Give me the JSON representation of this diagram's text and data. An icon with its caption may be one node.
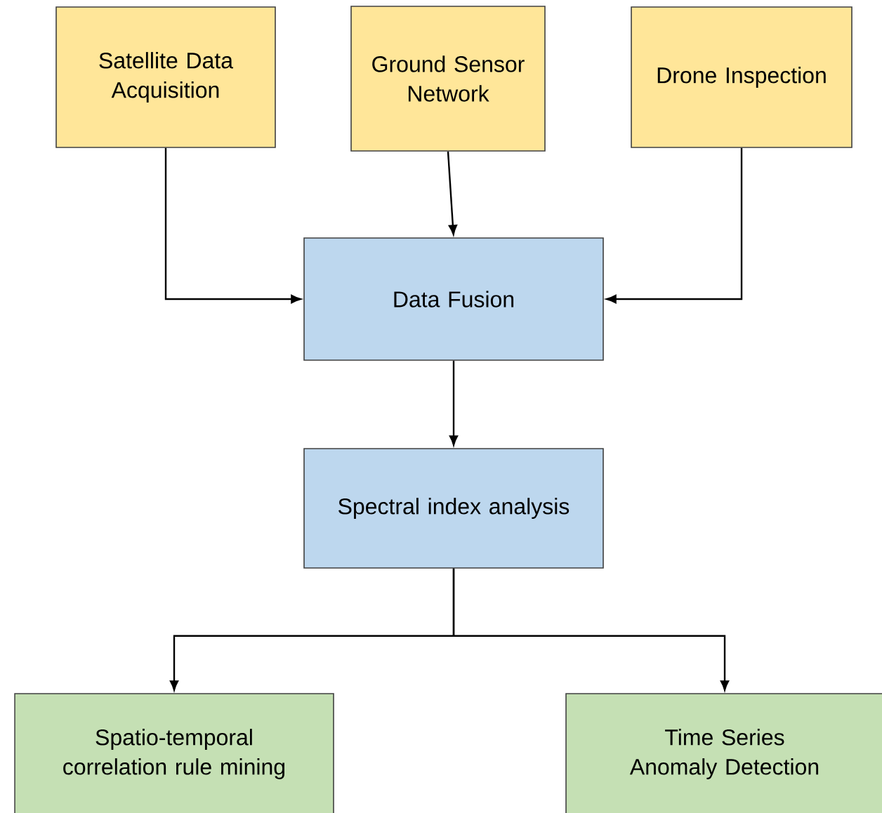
{
  "diagram": {
    "nodes": [
      {
        "text": [
          "Satellite Data Acquisition"
        ]
      },
      {
        "text": [
          "Ground Sensor Network"
        ]
      },
      {
        "text": [
          "Drone Inspection"
        ]
      },
      {
        "text": [
          "Data Fusion"
        ]
      },
      {
        "text": [
          "Spectral index analysis"
        ]
      },
      {
        "text": [
          "Spatio-temporal correlation rule mining"
        ]
      },
      {
        "text": [
          "Time Series Anomaly Detection"
        ]
      }
    ],
    "edges": [
      {
        "from": 0,
        "to": 3,
        "arrow": "to"
      },
      {
        "from": 1,
        "to": 3,
        "arrow": "to"
      },
      {
        "from": 2,
        "to": 3,
        "arrow": "to"
      },
      {
        "from": 3,
        "to": 4,
        "arrow": "to"
      },
      {
        "from": 4,
        "to": 5,
        "arrow": "to"
      },
      {
        "from": 4,
        "to": 6,
        "arrow": "to"
      }
    ]
  }
}
